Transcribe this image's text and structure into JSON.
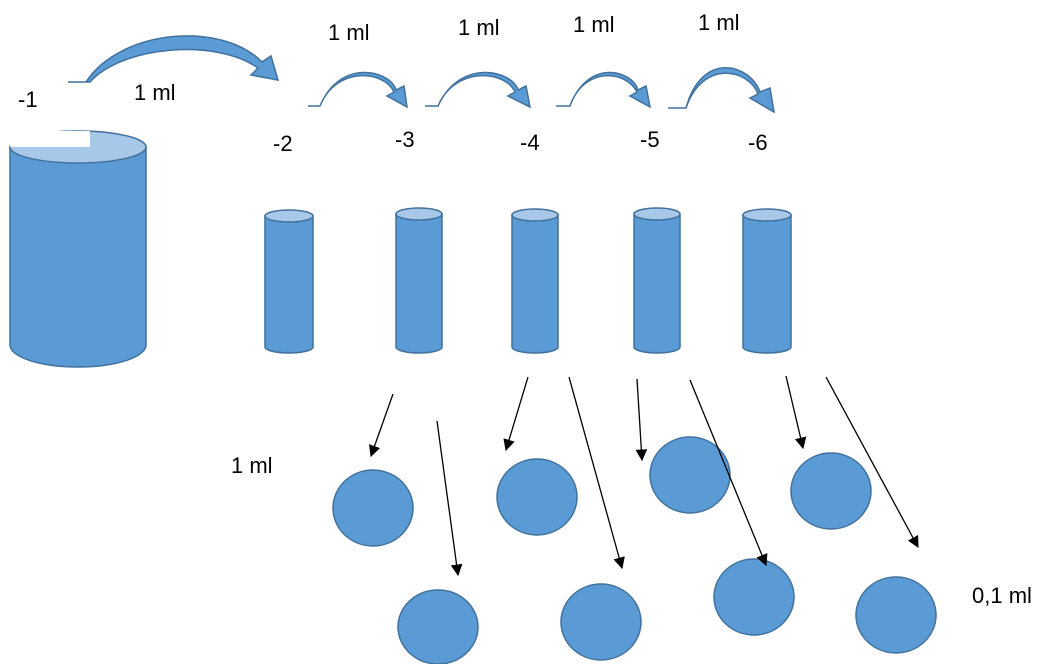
{
  "colors": {
    "fill": "#5b9bd5",
    "top": "#a8c8ea",
    "stroke": "#41719c",
    "arrow": "#000000"
  },
  "labels": {
    "dilution_1": "-1",
    "dilution_2": "-2",
    "dilution_3": "-3",
    "dilution_4": "-4",
    "dilution_5": "-5",
    "dilution_6": "-6",
    "transfer_1_2": "1 ml",
    "transfer_2_3": "1 ml",
    "transfer_3_4": "1 ml",
    "transfer_4_5": "1 ml",
    "transfer_5_6": "1 ml",
    "plate_volume_top": "1 ml",
    "plate_volume_bottom": "0,1 ml"
  }
}
